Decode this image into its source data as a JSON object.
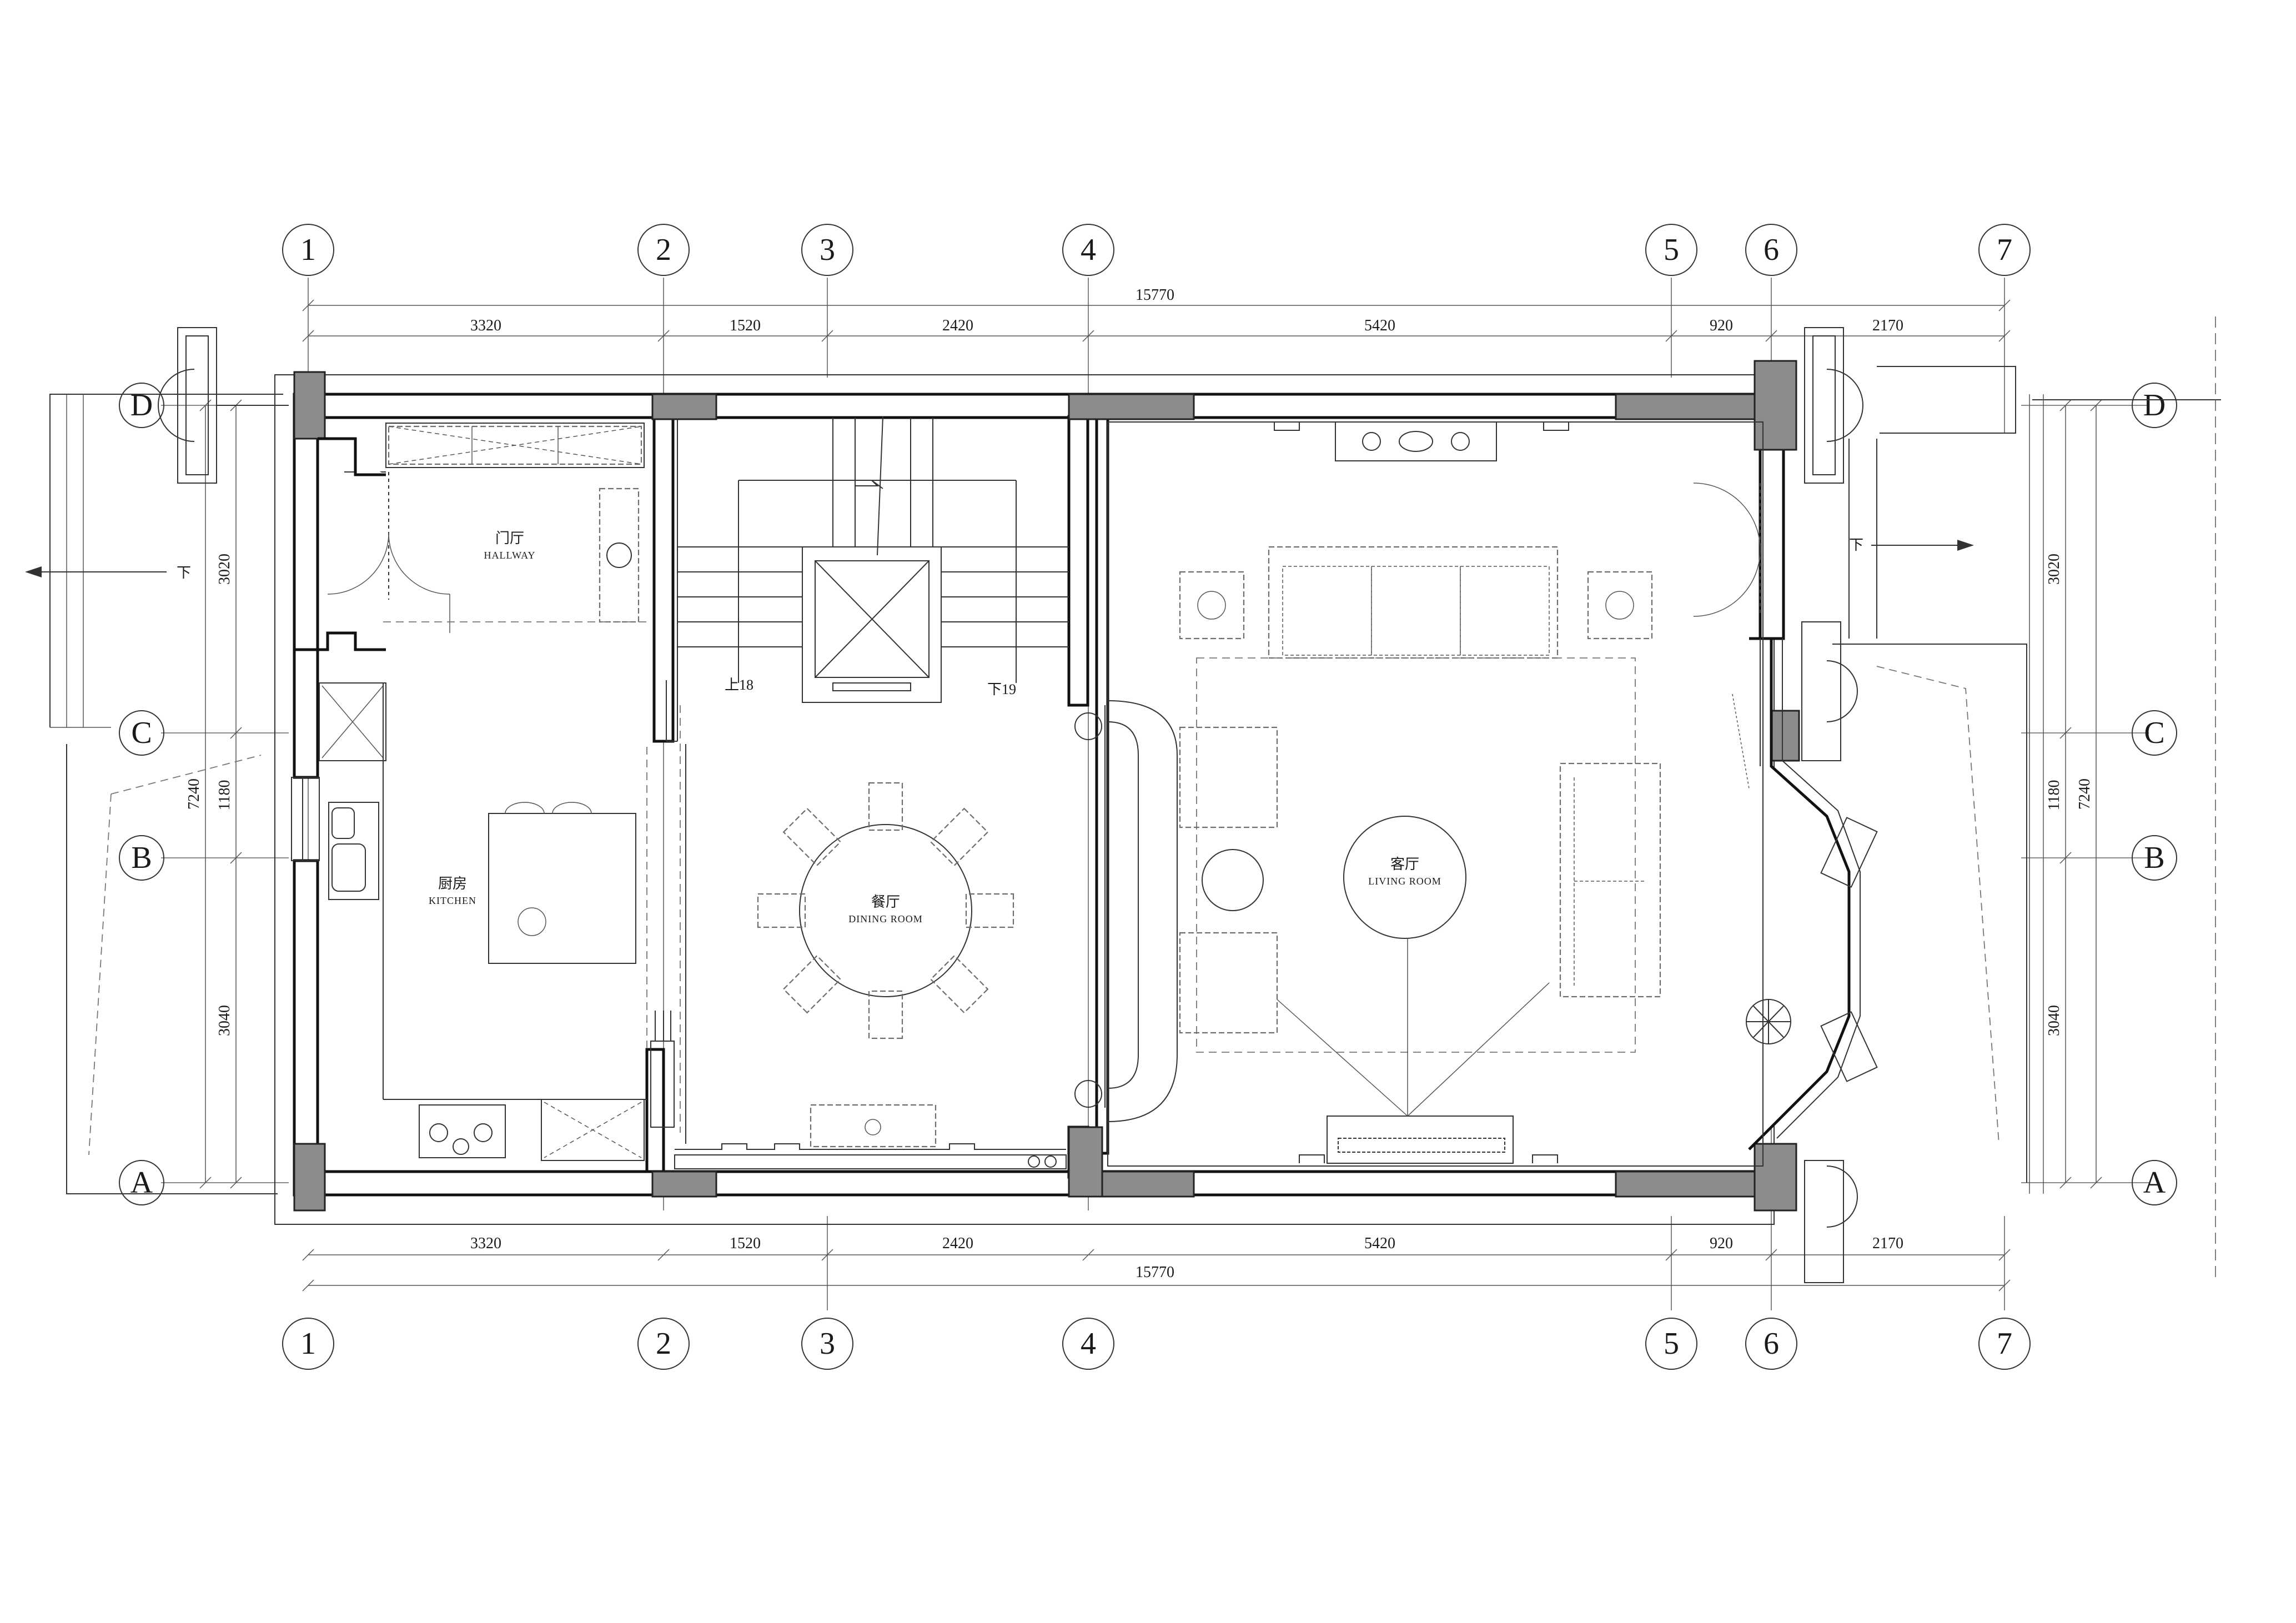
{
  "axes": {
    "columns": [
      "1",
      "2",
      "3",
      "4",
      "5",
      "6",
      "7"
    ],
    "rows": [
      "D",
      "C",
      "B",
      "A"
    ]
  },
  "dimensions": {
    "overall": "15770",
    "segments": [
      "3320",
      "1520",
      "2420",
      "5420",
      "920",
      "2170"
    ],
    "left_total": "7240",
    "left_segments": [
      "3020",
      "1180",
      "3040"
    ]
  },
  "rooms": {
    "hallway": {
      "cn": "门厅",
      "en": "HALLWAY"
    },
    "kitchen": {
      "cn": "厨房",
      "en": "KITCHEN"
    },
    "dining": {
      "cn": "餐厅",
      "en": "DINING ROOM"
    },
    "living": {
      "cn": "客厅",
      "en": "LIVING ROOM"
    }
  },
  "stairs": {
    "up": "上18",
    "down": "下19"
  },
  "exits": {
    "down": "下"
  }
}
